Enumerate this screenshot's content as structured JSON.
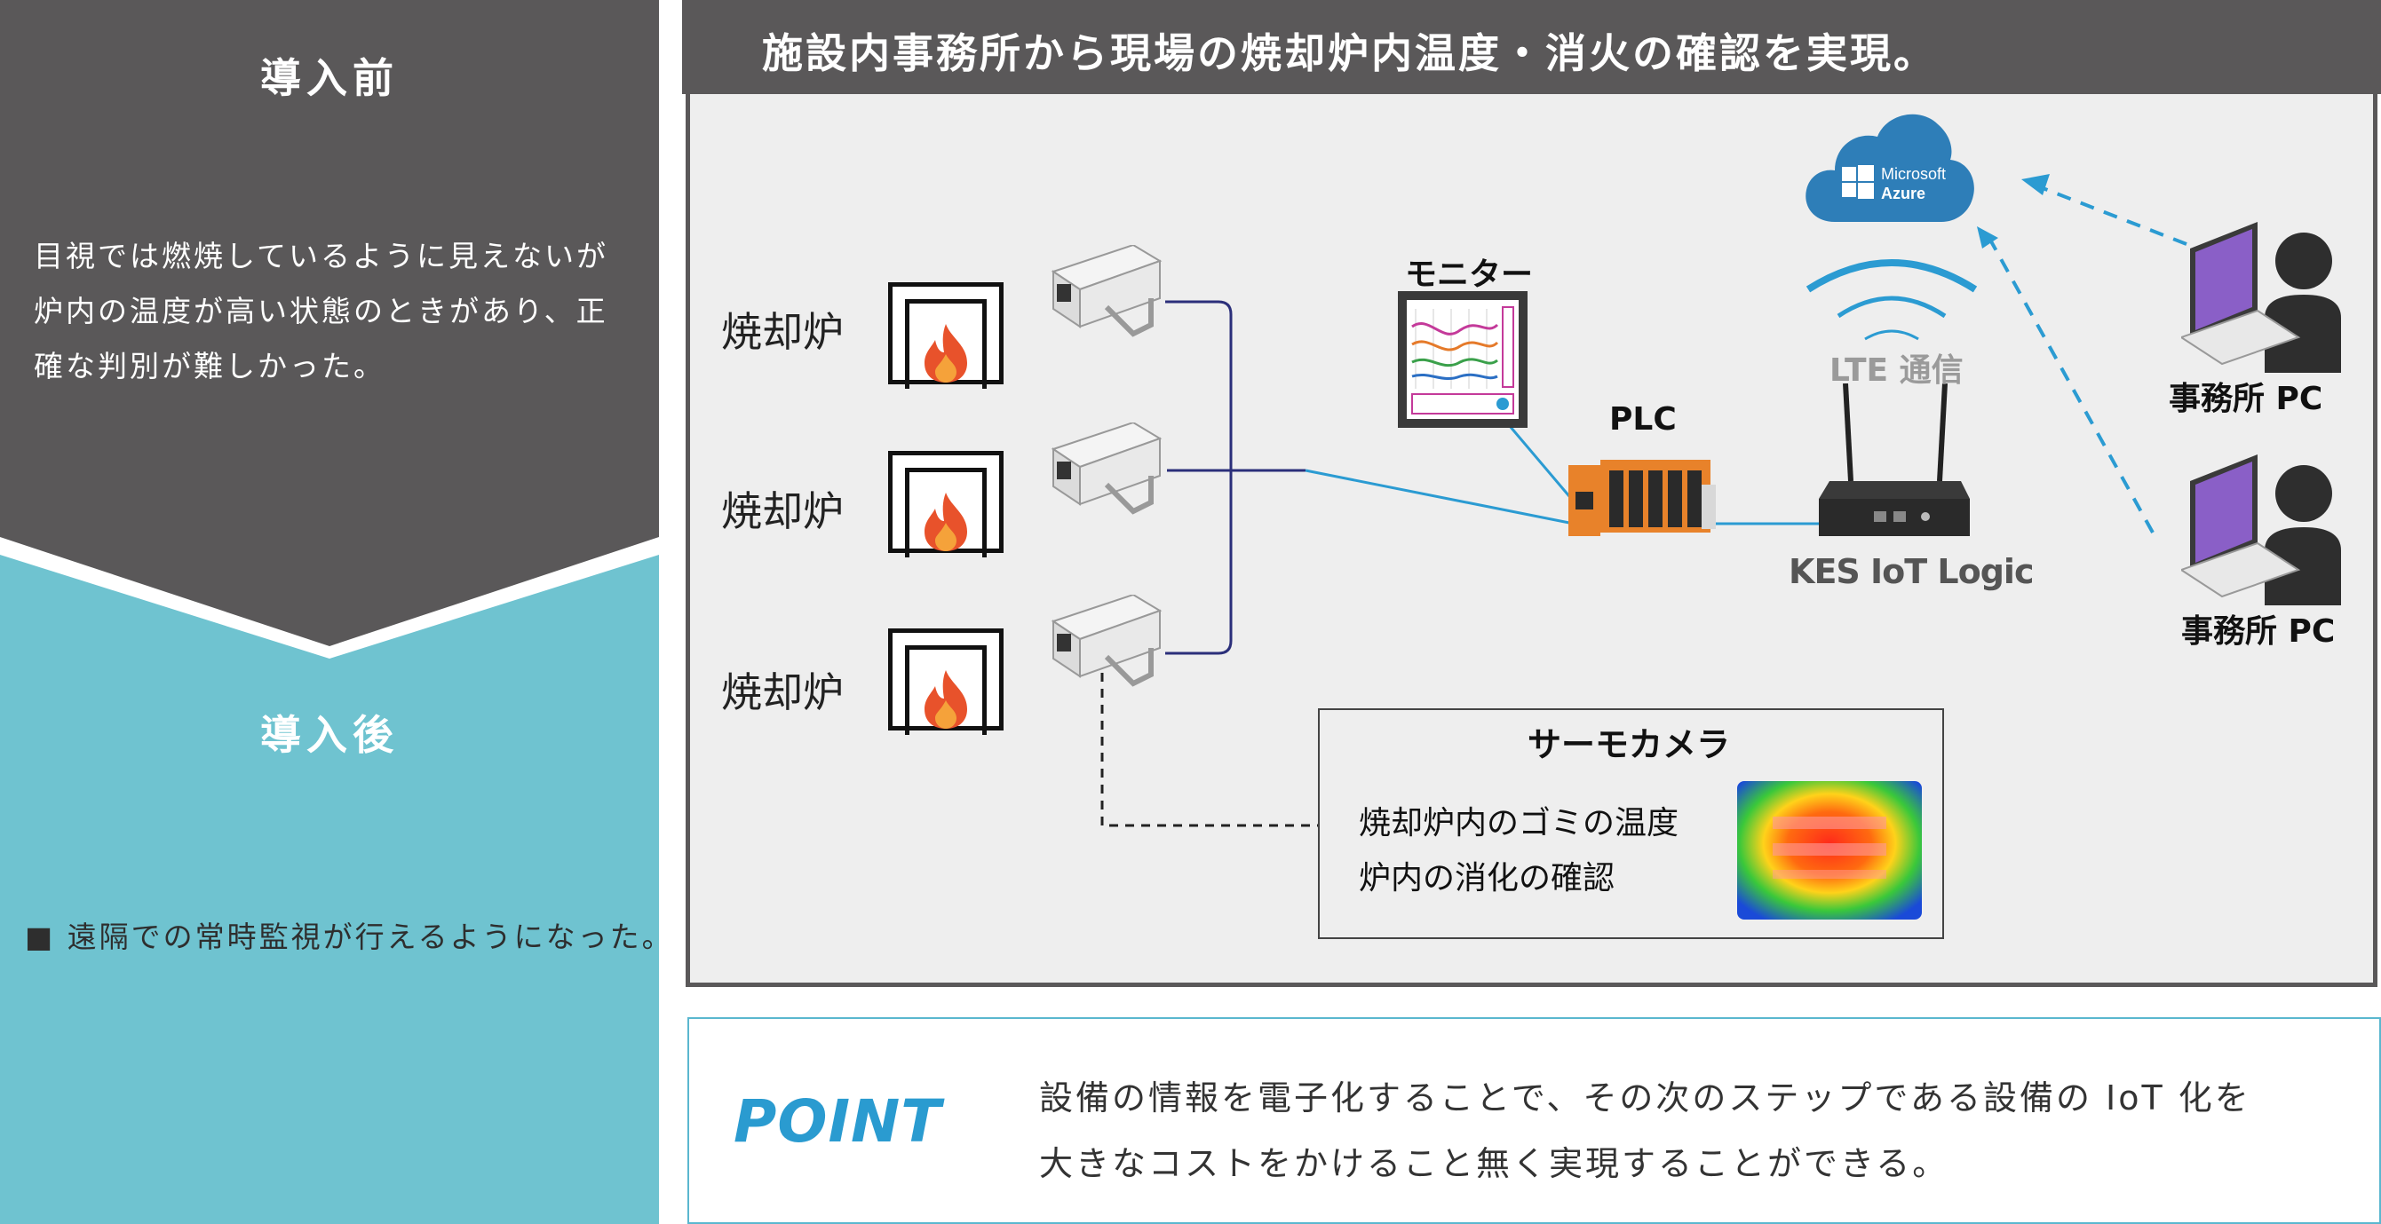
{
  "left": {
    "before_title": "導入前",
    "before_lines": [
      "目視では燃焼しているように見えないが",
      "炉内の温度が高い状態のときがあり、正",
      "確な判別が難しかった。"
    ],
    "after_title": "導入後",
    "after_text": "■ 遠隔での常時監視が行えるようになった。"
  },
  "main": {
    "title": "施設内事務所から現場の焼却炉内温度・消火の確認を実現。",
    "furnaces": [
      "焼却炉",
      "焼却炉",
      "焼却炉"
    ],
    "monitor_label": "モニター",
    "plc_label": "PLC",
    "lte_label": "LTE 通信",
    "gateway_label": "KES IoT Logic",
    "cloud_text_1": "Microsoft",
    "cloud_text_2": "Azure",
    "office_pc": [
      "事務所 PC",
      "事務所 PC"
    ],
    "thermo": {
      "title": "サーモカメラ",
      "lines": [
        "焼却炉内のゴミの温度",
        "炉内の消化の確認"
      ]
    }
  },
  "point": {
    "label": "POINT",
    "lines": [
      "設備の情報を電子化することで、その次のステップである設備の IoT 化を",
      "大きなコストをかけること無く実現することができる。"
    ]
  },
  "colors": {
    "dark_gray": "#5a5859",
    "teal": "#6fc3d0",
    "accent_blue": "#2a9bd0",
    "cloud_blue": "#2e7eb8",
    "line_navy": "#2b2f7a",
    "line_blue": "#2b9bd2",
    "flame_orange": "#e8522b"
  },
  "icons": [
    "fire-icon",
    "camera-icon",
    "monitor-icon",
    "plc-icon",
    "router-icon",
    "wifi-icon",
    "cloud-icon",
    "laptop-icon",
    "person-icon"
  ]
}
